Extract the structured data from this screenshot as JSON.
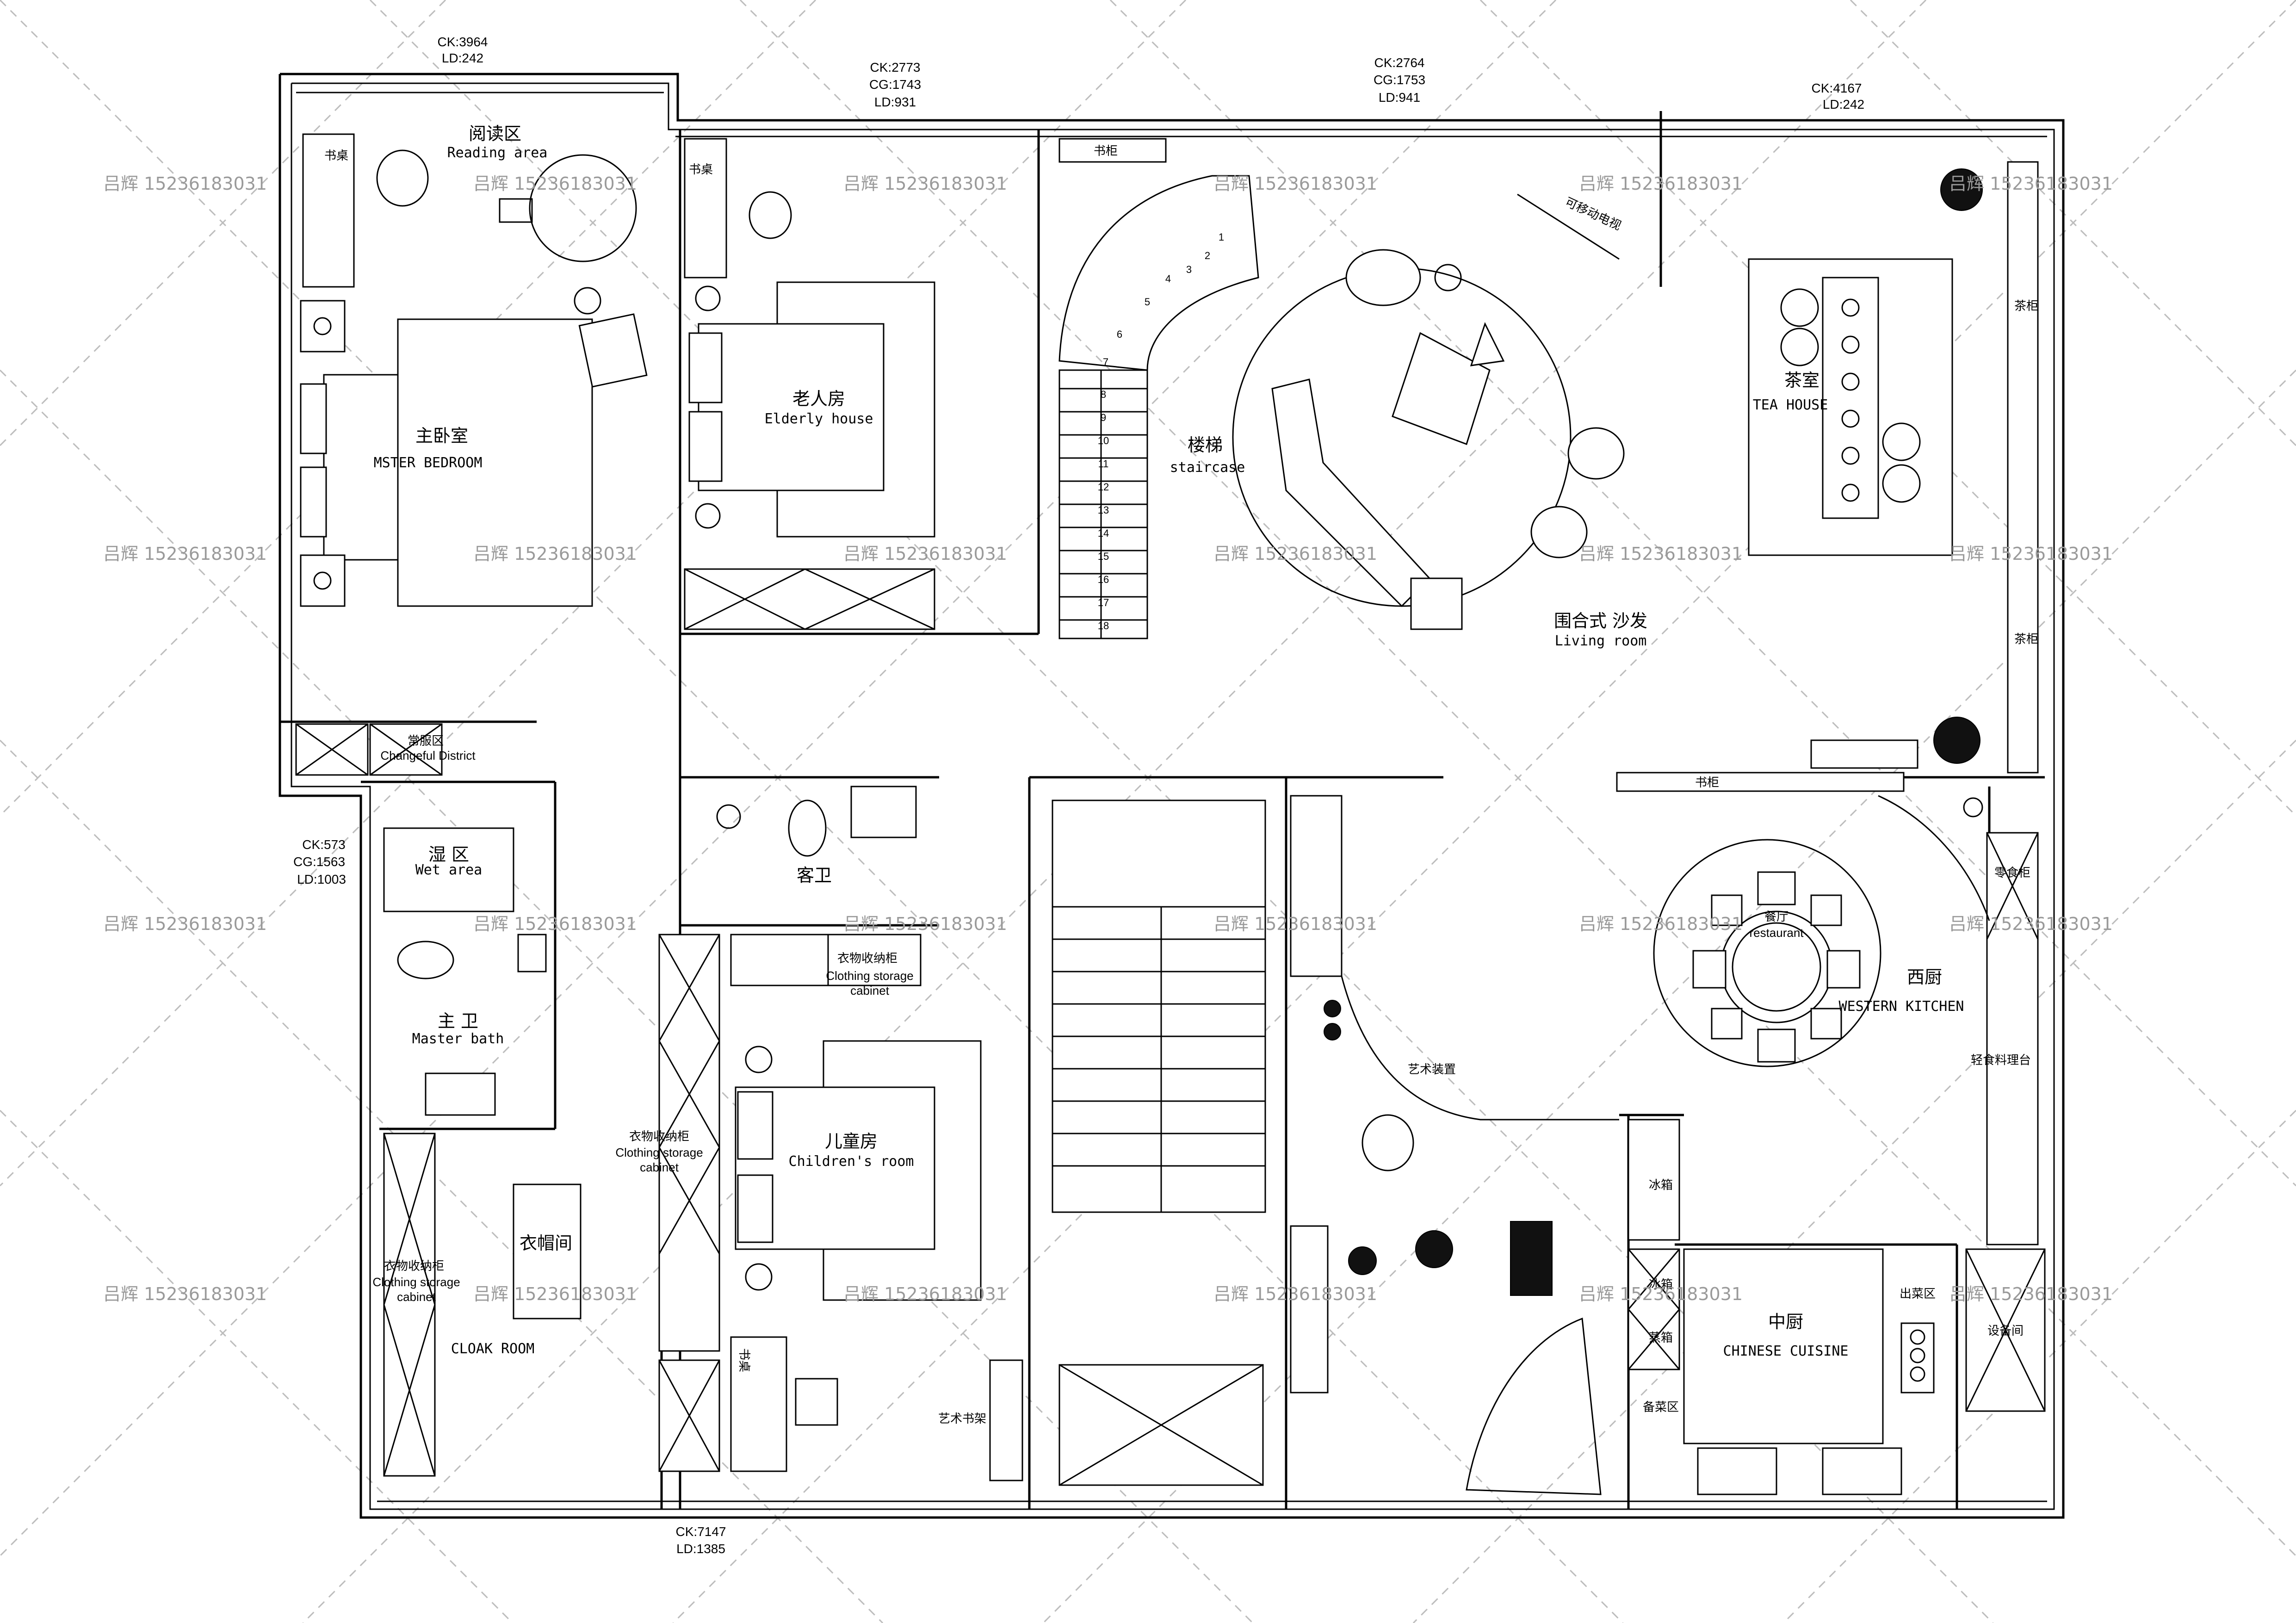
{
  "rooms": {
    "reading_cn": "阅读区",
    "reading_en": "Reading area",
    "desk1": "书桌",
    "master_bedroom_cn": "主卧室",
    "master_bedroom_en": "MSTER BEDROOM",
    "elderly_cn": "老人房",
    "elderly_en": "Elderly house",
    "desk2": "书桌",
    "stair_cn": "楼梯",
    "stair_en": "staircase",
    "tv": "可移动电视",
    "living_cn": "围合式 沙发",
    "living_en": "Living room",
    "tea_cn": "茶室",
    "tea_en": "TEA HOUSE",
    "tea_cab1": "茶柜",
    "tea_cab2": "茶柜",
    "changeful_cn": "常服区",
    "changeful_en": "Changeful District",
    "wet_cn": "湿 区",
    "wet_en": "Wet area",
    "master_bath_cn": "主 卫",
    "master_bath_en": "Master bath",
    "guest_wc": "客卫",
    "clothing_top_cn": "衣物收纳柜",
    "clothing_top_en1": "Clothing storage",
    "clothing_top_en2": "cabinet",
    "clothing_mid_cn": "衣物收纳柜",
    "clothing_mid_en1": "Clothing storage",
    "clothing_mid_en2": "cabinet",
    "clothing_left_cn": "衣物收纳柜",
    "clothing_left_en1": "Clothing storage",
    "clothing_left_en2": "cabinet",
    "children_cn": "儿童房",
    "children_en": "Children's room",
    "hat_room": "衣帽间",
    "cloak_room": "CLOAK ROOM",
    "desk3": "书桌",
    "art_shelf": "艺术书架",
    "art_device": "艺术装置",
    "bookshelf": "书柜",
    "bookshelf2": "书柜",
    "restaurant_cn": "餐厅",
    "restaurant_en": "restaurant",
    "snack_cab": "零食柜",
    "western_cn": "西厨",
    "western_en": "WESTERN KITCHEN",
    "light_food": "轻食料理台",
    "fridge": "冰箱",
    "ice_box": "冰箱",
    "steam_box": "蒸箱",
    "chinese_cn": "中厨",
    "chinese_en": "CHINESE CUISINE",
    "serving": "出菜区",
    "prep": "备菜区",
    "equipment": "设备间"
  },
  "dims": {
    "d1a": "CK:3964",
    "d1b": "LD:242",
    "d2a": "CK:2773",
    "d2b": "CG:1743",
    "d2c": "LD:931",
    "d3a": "CK:2764",
    "d3b": "CG:1753",
    "d3c": "LD:941",
    "d4a": "CK:4167",
    "d4b": "LD:242",
    "d5a": "CK:573",
    "d5b": "CG:1563",
    "d5c": "LD:1003",
    "d6a": "CK:7147",
    "d6b": "LD:1385"
  },
  "stair_steps": [
    "1",
    "2",
    "3",
    "4",
    "5",
    "6",
    "7",
    "8",
    "9",
    "10",
    "11",
    "12",
    "13",
    "14",
    "15",
    "16",
    "17",
    "18"
  ],
  "watermark": "吕辉  15236183031"
}
